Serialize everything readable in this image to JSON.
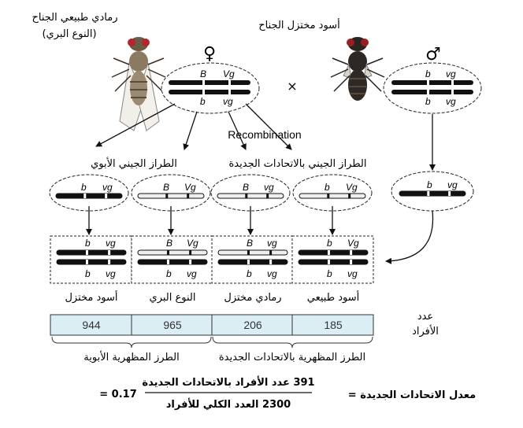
{
  "female_parent": {
    "label": "رمادي طبيعي الجناح",
    "sublabel": "(النوع البري)",
    "sex_symbol": "♀",
    "top_alleles": [
      "B",
      "Vg"
    ],
    "bottom_alleles": [
      "b",
      "vg"
    ]
  },
  "male_parent": {
    "label": "أسود مختزل الجناح",
    "sex_symbol": "♂",
    "top_alleles": [
      "b",
      "vg"
    ],
    "bottom_alleles": [
      "b",
      "vg"
    ]
  },
  "cross_symbol": "×",
  "recombination_label": "Recombination",
  "gamete_group_labels": {
    "parental": "الطراز الجيني الأبوي",
    "recombinant": "الطراز الجيني بالاتحادات الجديدة"
  },
  "gametes": [
    {
      "alleles": [
        "b",
        "vg"
      ]
    },
    {
      "alleles": [
        "B",
        "Vg"
      ]
    },
    {
      "alleles": [
        "B",
        "vg"
      ]
    },
    {
      "alleles": [
        "b",
        "Vg"
      ]
    }
  ],
  "male_gamete": {
    "alleles": [
      "b",
      "vg"
    ]
  },
  "offspring": [
    {
      "top": [
        "b",
        "vg"
      ],
      "bottom": [
        "b",
        "vg"
      ],
      "phenotype": "أسود مختزل",
      "count": "944"
    },
    {
      "top": [
        "B",
        "Vg"
      ],
      "bottom": [
        "b",
        "vg"
      ],
      "phenotype": "النوع البري",
      "count": "965"
    },
    {
      "top": [
        "B",
        "vg"
      ],
      "bottom": [
        "b",
        "vg"
      ],
      "phenotype": "رمادي مختزل",
      "count": "206"
    },
    {
      "top": [
        "b",
        "Vg"
      ],
      "bottom": [
        "b",
        "vg"
      ],
      "phenotype": "أسود طبيعي",
      "count": "185"
    }
  ],
  "count_label_line1": "عدد",
  "count_label_line2": "الأفراد",
  "phenotype_groups": {
    "parental": "الطرز المظهرية الأبوية",
    "recombinant": "الطرز المظهرية بالاتحادات الجديدة"
  },
  "formula": {
    "left": "معدل الاتحادات الجديدة =",
    "numerator": "391 عدد الأفراد بالاتحادات الجديدة",
    "denominator": "2300 العدد الكلي للأفراد",
    "result": "= 0.17"
  }
}
